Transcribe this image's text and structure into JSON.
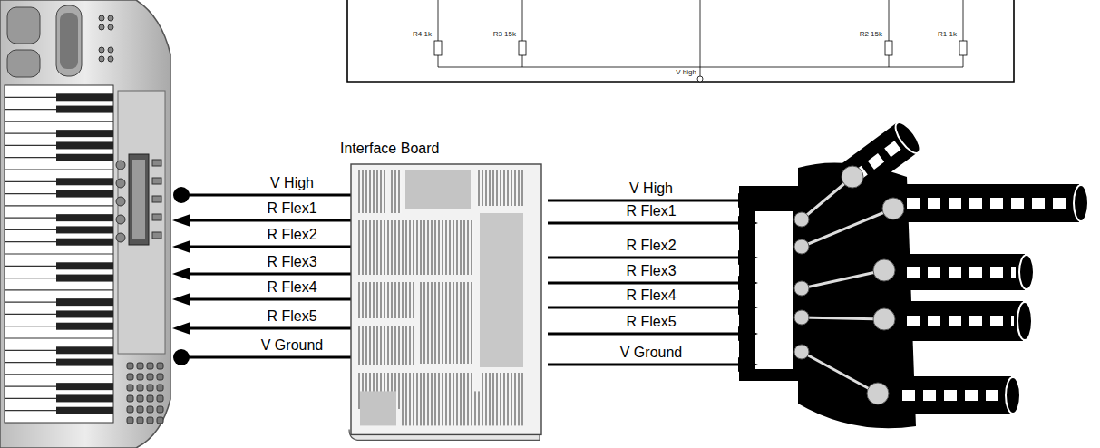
{
  "diagram": {
    "nodes": [
      {
        "text": [
          "Interface Board"
        ]
      }
    ],
    "labels": [
      "R4 1k",
      "R3 15k",
      "V high",
      "R2 15k",
      "R1 1k",
      "V High",
      "R Flex1",
      "R Flex2",
      "R Flex3",
      "R Flex4",
      "R Flex5",
      "V Ground",
      "V High",
      "R Flex1",
      "R Flex2",
      "R Flex3",
      "R Flex4",
      "R Flex5",
      "V Ground"
    ]
  }
}
